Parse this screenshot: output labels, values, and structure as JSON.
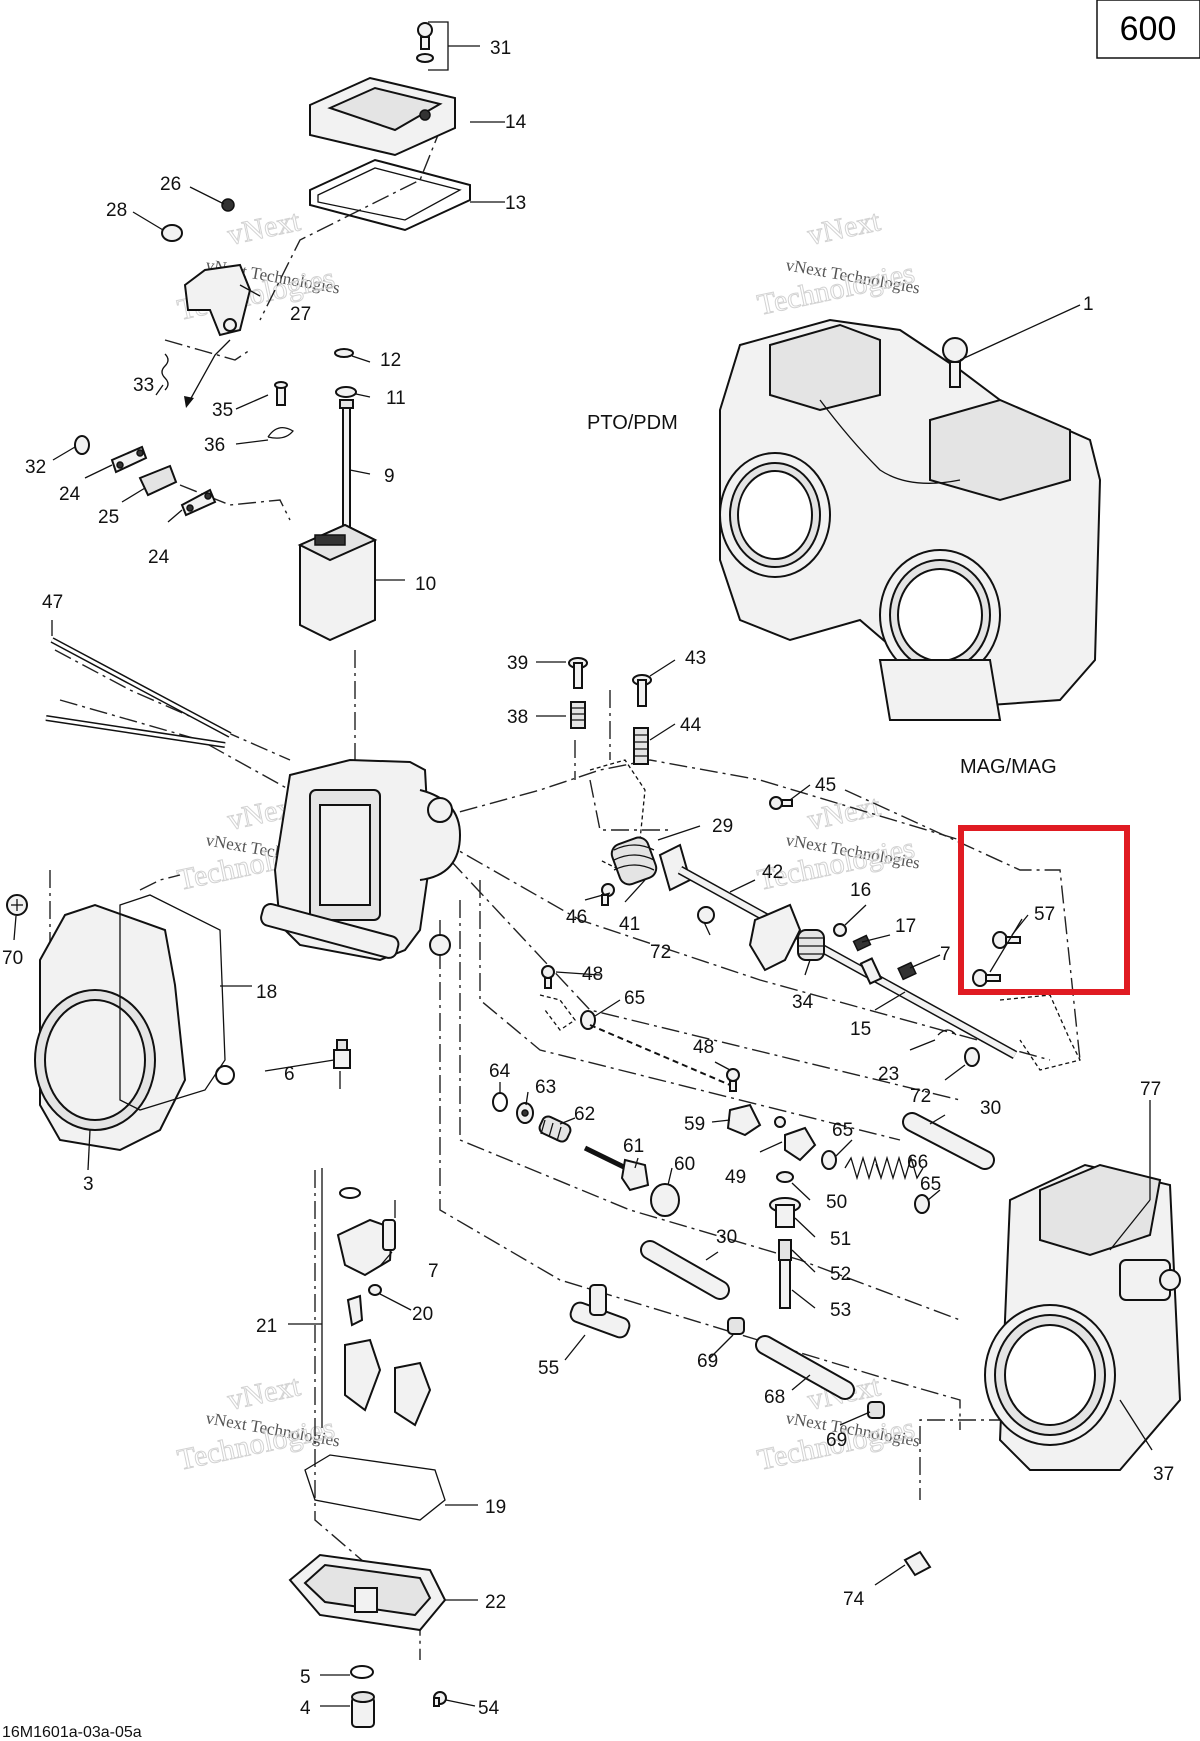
{
  "diagram": {
    "model_badge": "600",
    "drawing_number": "16M1601a-03a-05a",
    "captions": {
      "pto_pdm": "PTO/PDM",
      "mag_mag": "MAG/MAG"
    },
    "watermark": {
      "company": "vNext Technologies",
      "line1": "vNext",
      "line2": "Technologies"
    },
    "highlight_color": "#e01b22",
    "callouts": [
      {
        "id": "c1",
        "label": "1"
      },
      {
        "id": "c3",
        "label": "3"
      },
      {
        "id": "c4",
        "label": "4"
      },
      {
        "id": "c5",
        "label": "5"
      },
      {
        "id": "c6",
        "label": "6"
      },
      {
        "id": "c7a",
        "label": "7"
      },
      {
        "id": "c7b",
        "label": "7"
      },
      {
        "id": "c9",
        "label": "9"
      },
      {
        "id": "c10",
        "label": "10"
      },
      {
        "id": "c11",
        "label": "11"
      },
      {
        "id": "c12",
        "label": "12"
      },
      {
        "id": "c13",
        "label": "13"
      },
      {
        "id": "c14",
        "label": "14"
      },
      {
        "id": "c15",
        "label": "15"
      },
      {
        "id": "c16",
        "label": "16"
      },
      {
        "id": "c17",
        "label": "17"
      },
      {
        "id": "c18",
        "label": "18"
      },
      {
        "id": "c19",
        "label": "19"
      },
      {
        "id": "c20",
        "label": "20"
      },
      {
        "id": "c21",
        "label": "21"
      },
      {
        "id": "c22",
        "label": "22"
      },
      {
        "id": "c23",
        "label": "23"
      },
      {
        "id": "c24a",
        "label": "24"
      },
      {
        "id": "c24b",
        "label": "24"
      },
      {
        "id": "c25",
        "label": "25"
      },
      {
        "id": "c26",
        "label": "26"
      },
      {
        "id": "c27",
        "label": "27"
      },
      {
        "id": "c28",
        "label": "28"
      },
      {
        "id": "c29",
        "label": "29"
      },
      {
        "id": "c30a",
        "label": "30"
      },
      {
        "id": "c30b",
        "label": "30"
      },
      {
        "id": "c31",
        "label": "31"
      },
      {
        "id": "c32",
        "label": "32"
      },
      {
        "id": "c33",
        "label": "33"
      },
      {
        "id": "c34",
        "label": "34"
      },
      {
        "id": "c35",
        "label": "35"
      },
      {
        "id": "c36",
        "label": "36"
      },
      {
        "id": "c37",
        "label": "37"
      },
      {
        "id": "c38",
        "label": "38"
      },
      {
        "id": "c39",
        "label": "39"
      },
      {
        "id": "c41",
        "label": "41"
      },
      {
        "id": "c42",
        "label": "42"
      },
      {
        "id": "c43",
        "label": "43"
      },
      {
        "id": "c44",
        "label": "44"
      },
      {
        "id": "c45",
        "label": "45"
      },
      {
        "id": "c46",
        "label": "46"
      },
      {
        "id": "c47",
        "label": "47"
      },
      {
        "id": "c48a",
        "label": "48"
      },
      {
        "id": "c48b",
        "label": "48"
      },
      {
        "id": "c49",
        "label": "49"
      },
      {
        "id": "c50",
        "label": "50"
      },
      {
        "id": "c51",
        "label": "51"
      },
      {
        "id": "c52",
        "label": "52"
      },
      {
        "id": "c53",
        "label": "53"
      },
      {
        "id": "c54",
        "label": "54"
      },
      {
        "id": "c55",
        "label": "55"
      },
      {
        "id": "c57",
        "label": "57"
      },
      {
        "id": "c59",
        "label": "59"
      },
      {
        "id": "c60",
        "label": "60"
      },
      {
        "id": "c61",
        "label": "61"
      },
      {
        "id": "c62",
        "label": "62"
      },
      {
        "id": "c63",
        "label": "63"
      },
      {
        "id": "c64",
        "label": "64"
      },
      {
        "id": "c65a",
        "label": "65"
      },
      {
        "id": "c65b",
        "label": "65"
      },
      {
        "id": "c65c",
        "label": "65"
      },
      {
        "id": "c66",
        "label": "66"
      },
      {
        "id": "c68",
        "label": "68"
      },
      {
        "id": "c69a",
        "label": "69"
      },
      {
        "id": "c69b",
        "label": "69"
      },
      {
        "id": "c70",
        "label": "70"
      },
      {
        "id": "c72a",
        "label": "72"
      },
      {
        "id": "c72b",
        "label": "72"
      },
      {
        "id": "c74",
        "label": "74"
      },
      {
        "id": "c77",
        "label": "77"
      }
    ]
  }
}
